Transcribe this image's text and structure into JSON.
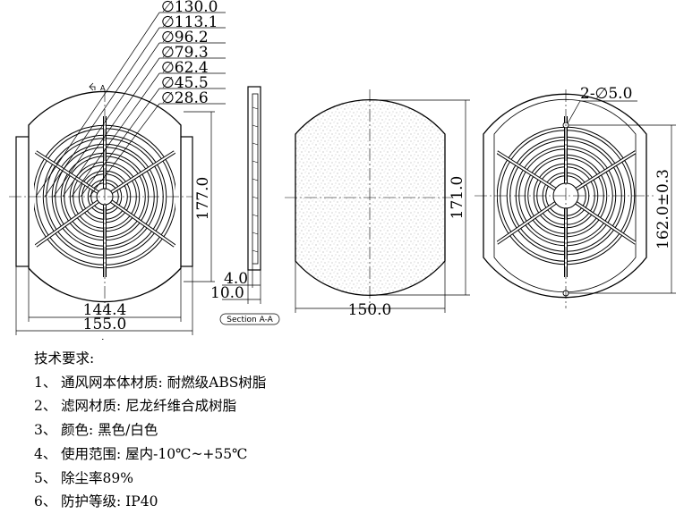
{
  "front_view": {
    "diameters": [
      "∅130.0",
      "∅113.1",
      "∅96.2",
      "∅79.3",
      "∅62.4",
      "∅45.5",
      "∅28.6"
    ],
    "height": "177.0",
    "width_inner": "144.4",
    "width_outer": "155.0",
    "section_marker": "A"
  },
  "section_view": {
    "dim_small": "4.0",
    "dim_depth": "10.0",
    "caption": "Section A-A"
  },
  "filter_view": {
    "height": "171.0",
    "width": "150.0"
  },
  "back_view": {
    "holes": "2-∅5.0",
    "hole_spacing": "162.0±0.3"
  },
  "notes": {
    "title": "技术要求:",
    "items": [
      {
        "index": "1、",
        "text": "通风网本体材质: 耐燃级ABS树脂"
      },
      {
        "index": "2、",
        "text": "滤网材质: 尼龙纤维合成树脂"
      },
      {
        "index": "3、",
        "text": "颜色: 黑色/白色"
      },
      {
        "index": "4、",
        "text": "使用范围: 屋内-10℃~+55℃"
      },
      {
        "index": "5、",
        "text": "除尘率89%"
      },
      {
        "index": "6、",
        "text": "防护等级: IP40"
      }
    ]
  }
}
